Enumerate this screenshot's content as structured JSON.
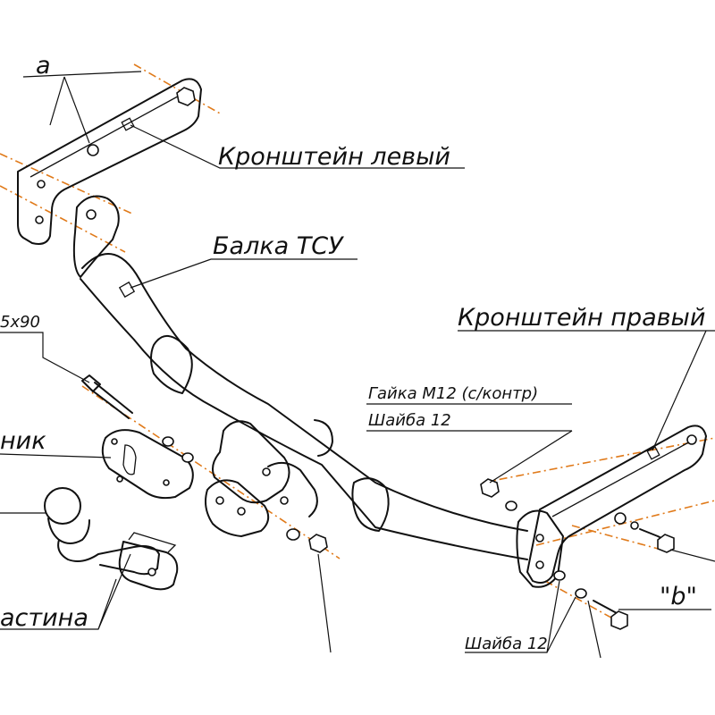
{
  "labels": {
    "a": "a",
    "bracket_left": "Кронштейн левый",
    "beam": "Балка ТСУ",
    "bracket_right": "Кронштейн правый",
    "bolt_partial": "5x90",
    "nut_m12": "Гайка М12 (с/контр)",
    "washer_12_top": "Шайба 12",
    "bracket_partial": "ник",
    "b": "\"b\"",
    "plate_partial": "астина",
    "washer_12_bottom": "Шайба 12"
  }
}
